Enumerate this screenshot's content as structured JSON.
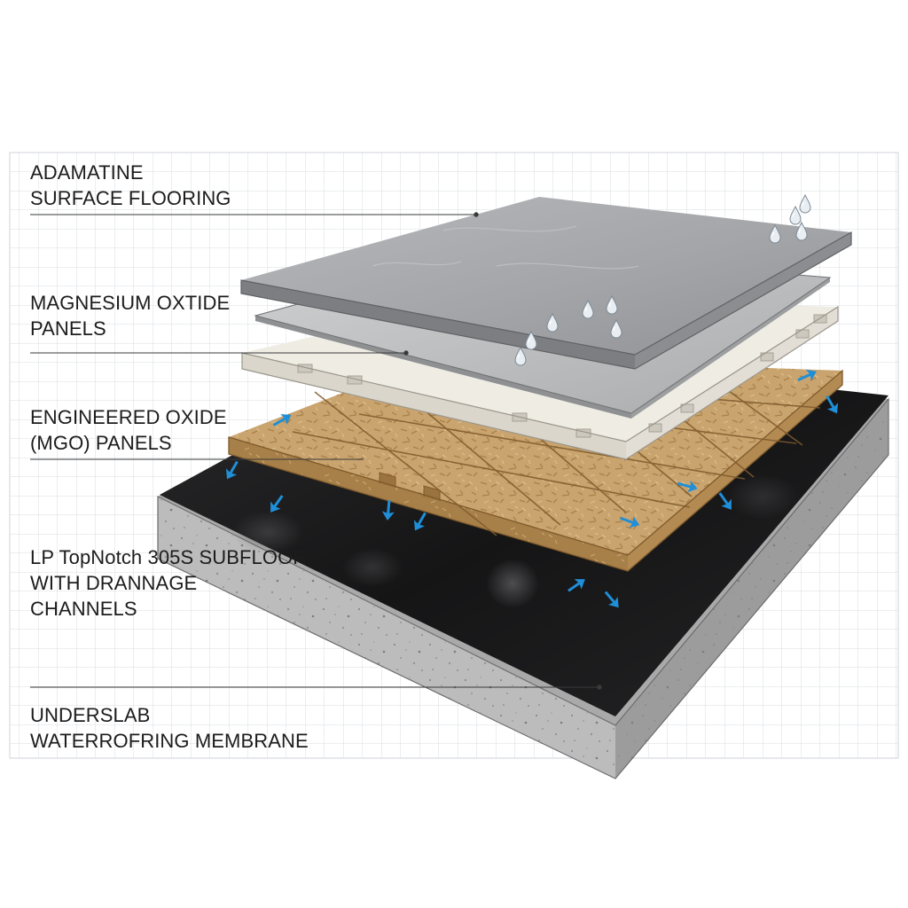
{
  "labels": [
    {
      "line1": "ADAMATINE",
      "line2": "SURFACE FLOORING"
    },
    {
      "line1": "MAGNESIUM OXTIDE",
      "line2": "PANELS"
    },
    {
      "line1": "ENGINEERED OXIDE",
      "line2": "(MGO) PANELS"
    },
    {
      "line1": "LP TopNotch 305S SUBFLOOR",
      "line2": "WITH DRANNAGE",
      "line3": "CHANNELS"
    },
    {
      "line1": "UNDERSLAB",
      "line2": "WATERROFRING MEMBRANE"
    }
  ],
  "colors": {
    "grid": "#d9dde2",
    "surface_flooring": "#a9abae",
    "mgo_panel": "#c2c4c6",
    "oxide_panel": "#eeebe3",
    "subfloor": "#c9a46e",
    "membrane": "#1d1d1f",
    "concrete": "#b9b9b9",
    "drainage_arrows": "#1f8fd8",
    "leader_lines": "#3a3a3a"
  },
  "icons": [
    "water-droplet-icon",
    "drainage-arrow-icon"
  ]
}
